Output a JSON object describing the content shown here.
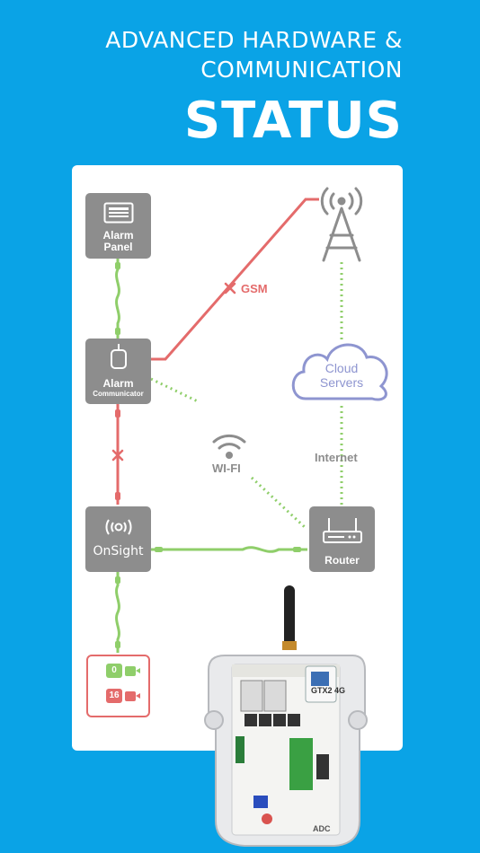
{
  "header": {
    "line1": "ADVANCED HARDWARE &",
    "line2": "COMMUNICATION",
    "title": "STATUS"
  },
  "diagram": {
    "alarm_panel": {
      "label_line1": "Alarm",
      "label_line2": "Panel",
      "icon": "control-panel-icon"
    },
    "alarm_communicator": {
      "label": "Alarm",
      "sublabel": "Communicator",
      "icon": "communicator-icon"
    },
    "onsight": {
      "label": "OnSight",
      "icon": "camera-eye-icon"
    },
    "router": {
      "label": "Router",
      "icon": "router-icon"
    },
    "cloud": {
      "label_line1": "Cloud",
      "label_line2": "Servers"
    },
    "tower": {
      "icon": "cell-tower-icon"
    },
    "gsm_label": "GSM",
    "gsm_status": "✕",
    "wifi_label": "WI-FI",
    "internet_label": "Internet",
    "wired_fail_status": "✕",
    "cameras": {
      "online": "0",
      "offline": "16"
    }
  },
  "device": {
    "brand": "ADC",
    "model": "GTX",
    "model_sup": "2",
    "network": "4G"
  },
  "colors": {
    "background": "#0aa3e6",
    "ok_link": "#8fce6a",
    "fail_link": "#e46b6b",
    "node": "#8d8d8d",
    "cloud": "#8e95d0"
  }
}
